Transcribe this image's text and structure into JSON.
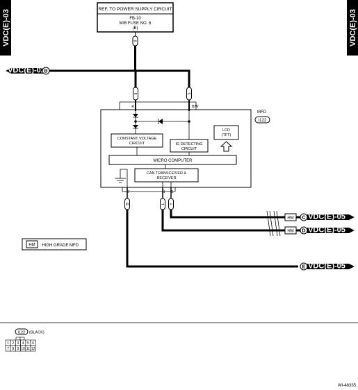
{
  "side_tab": "VDC(E)-03",
  "power_box": {
    "line1": "REF. TO POWER SUPPLY CIRCUIT",
    "line2": "FB-10",
    "line3": "M/B FUSE NO. 6",
    "line4": "(B)"
  },
  "pin_power": "9",
  "pin_left_top": "9",
  "pin_right_top": "5",
  "wire_left": "R",
  "wire_right": "B/W",
  "ref_in_text": "VDC(E)-02",
  "ref_in_letter": "B",
  "mfd_label": "MFD",
  "connector_label": "i122",
  "cvc_line1": "CONSTANT VOLTAGE",
  "cvc_line2": "CIRCUIT",
  "igd_line1": "IG DETECTING",
  "igd_line2": "CIRCUIT",
  "lcd_line1": "LCD",
  "lcd_line2": "(TFT)",
  "micro": "MICRO COMPUTER",
  "can_line1": "CAN TRANSCEIVER &",
  "can_line2": "RECEIVER",
  "pin_b1": "11",
  "pin_b2": "10",
  "pin_b3": "12",
  "wire_b1": "B",
  "wire_b2": "L",
  "wire_b3": "Y",
  "hm_tag": "HM",
  "legend_text": ": HIGH GRADE MFD",
  "outputs": [
    {
      "letter": "C",
      "text": "VDC(E)-05"
    },
    {
      "letter": "D",
      "text": "VDC(E)-05"
    },
    {
      "letter": "E",
      "text": "VDC(E)-05"
    }
  ],
  "conn_id": "i122",
  "conn_color": "(BLACK)",
  "conn_pins_row1": [
    "1",
    "2",
    "3",
    "4",
    "5",
    "6"
  ],
  "conn_pins_row2": [
    "7",
    "8",
    "9",
    "10",
    "11",
    "12"
  ],
  "diagram_code": "WI-48335"
}
